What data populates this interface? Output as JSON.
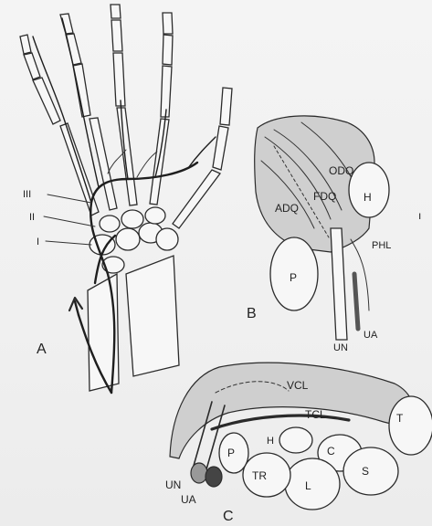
{
  "panel_letters": {
    "a": "A",
    "b": "B",
    "c": "C"
  },
  "panel_a": {
    "arch_labels": [
      "III",
      "II",
      "I"
    ]
  },
  "panel_b": {
    "labels": {
      "odq": "ODQ",
      "fdq": "FDQ",
      "adq": "ADQ",
      "h": "H",
      "phl": "PHL",
      "p": "P",
      "un": "UN",
      "ua": "UA"
    }
  },
  "panel_c": {
    "labels": {
      "vcl": "VCL",
      "tcl": "TCL",
      "t": "T",
      "h": "H",
      "c": "C",
      "p": "P",
      "tr": "TR",
      "l": "L",
      "s": "S",
      "un": "UN",
      "ua": "UA"
    }
  },
  "margin_mark": "ı"
}
